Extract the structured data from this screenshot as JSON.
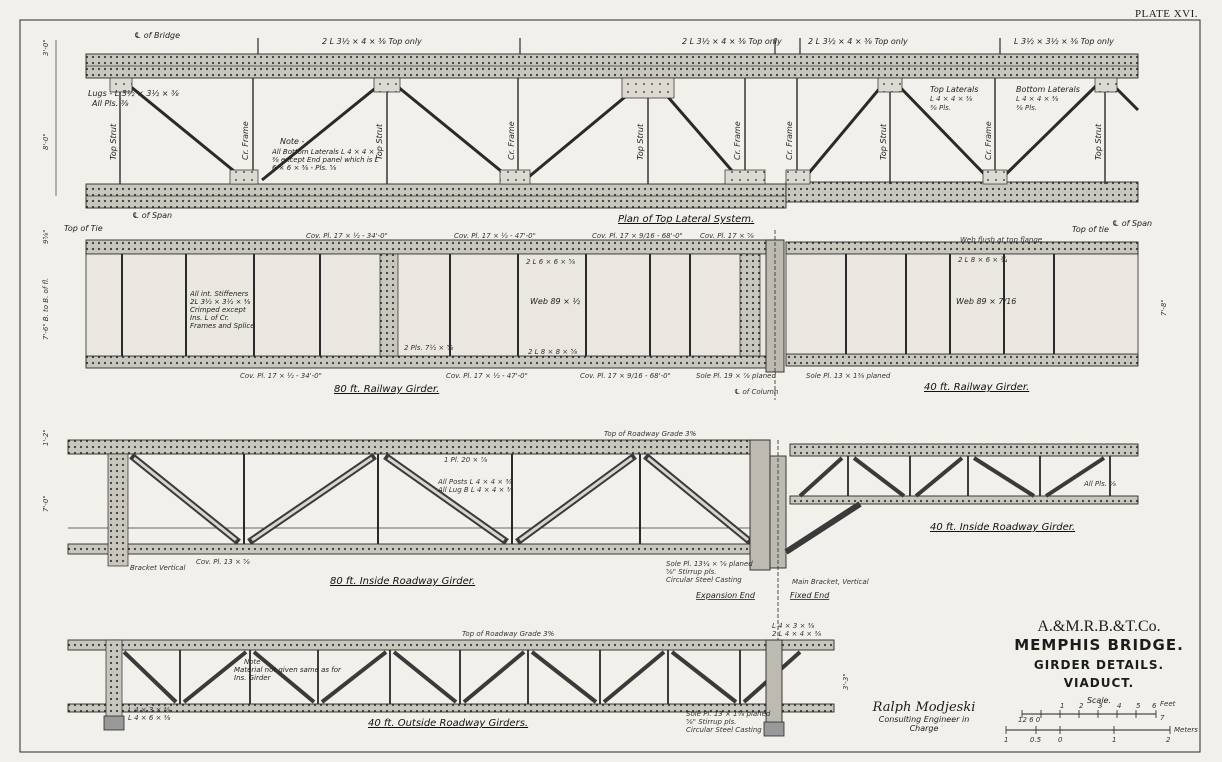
{
  "plate": "PLATE XVI.",
  "title_block": {
    "company": "A.&M.R.B.&T.Co.",
    "bridge": "MEMPHIS BRIDGE.",
    "subtitle1": "GIRDER DETAILS.",
    "subtitle2": "VIADUCT.",
    "scale_label": "Scale.",
    "feet_label": "Feet",
    "meters_label": "Meters",
    "feet_ticks": [
      "12 6 0",
      "1",
      "2",
      "3",
      "4",
      "5",
      "6",
      "7"
    ],
    "meter_ticks": [
      "1",
      "0.5",
      "0",
      "1",
      "2"
    ]
  },
  "signature": {
    "name": "Ralph Modjeski",
    "title": "Consulting Engineer in Charge"
  },
  "plan_top_lateral": {
    "caption": "Plan of Top Lateral System.",
    "labels": {
      "cl_bridge": "℄ of Bridge",
      "top_only_1": "2 L 3½ × 4 × ⅜ Top only",
      "top_only_2": "2 L 3½ × 4 × ⅜ Top only",
      "top_only_3": "2 L 3½ × 4 × ⅜ Top only",
      "top_only_4": "L 3½ × 3½ × ⅜ Top only",
      "top_strut": "Top Strut",
      "cr_frame": "Cr. Frame",
      "lugs": "Lugs - L 3½ × 3½ × ⅜",
      "all_pls": "All Pls. ⅜",
      "note_title": "Note -",
      "note_body": "All Bottom Laterals L 4 × 4 × ⅜ except End panel which is L 6 × 6 × ⅜ - Pls. ⅝",
      "top_laterals": "Top Laterals",
      "top_laterals_size": "L 4 × 4 × ⅜",
      "bottom_laterals": "Bottom Laterals",
      "bottom_laterals_size": "L 4 × 4 × ⅜",
      "pls": "⅜ Pls.",
      "dim_3": "3'-0\"",
      "dim_8": "8'-0\""
    }
  },
  "railway_girders": {
    "caption_80": "80 ft. Railway Girder.",
    "caption_40": "40 ft. Railway Girder.",
    "labels": {
      "top_of_tie": "Top of Tie",
      "cl_span": "℄ of Span",
      "cl_span_right": "℄ of Span",
      "top_of_tie_right": "Top of tie",
      "cov_1": "Cov. Pl. 17 × ½ - 34'-0\"",
      "cov_2": "Cov. Pl. 17 × ½ - 47'-0\"",
      "cov_3": "Cov. Pl. 17 × 9/16 - 68'-0\"",
      "cov_4": "Cov. Pl. 17 × ⅝",
      "cov_b1": "Cov. Pl. 17 × ½ - 34'-0\"",
      "cov_b2": "Cov. Pl. 17 × ½ - 47'-0\"",
      "cov_b3": "Cov. Pl. 17 × 9/16 - 68'-0\"",
      "stiffeners": "All int. Stiffeners 2L 3½ × 3½ × ⅜ Crimped except Ins. L of Cr. Frames and Splice",
      "web_80": "Web 89 × ½",
      "web_40": "Web 89 × 7/16",
      "flange_1": "2 L 6 × 6 × ⅝",
      "flange_2": "2 L 8 × 8 × ⅝",
      "flange_3": "2 L 8 × 6 × ¾",
      "pl_fill": "2 Pls. 7½ × ⅝",
      "sole_pl": "Sole Pl. 19 × ⅞ planed",
      "sole_pl_2": "Sole Pl. 13 × 1⅜ planed",
      "cl_column": "℄ of Column",
      "web_flush": "Web flush at top flange",
      "cr_frames": "All Int. Stiffeners 2L 3½ × 3½ × ⅜ Crimped except Ins. L of Cr. Frames and Splice",
      "dim_depth": "7'-6\" B. to B. of fl.",
      "dim_96": "9⅝\"",
      "dim_78": "7'-8\""
    }
  },
  "inside_roadway": {
    "caption_80": "80 ft. Inside Roadway Girder.",
    "caption_40": "40 ft. Inside Roadway Girder.",
    "labels": {
      "top_grade": "Top of Roadway Grade 3%",
      "all_posts": "All Posts L 4 × 4 × ⅜",
      "all_lug": "All Lug B L 4 × 4 × ⅜",
      "pl_20": "1 Pl. 20 × ⅞",
      "bracket": "Bracket Vertical",
      "cov": "Cov. Pl. 13 × ⅝",
      "sole": "Sole Pl. 13¼ × ⅝ planed",
      "stirrup": "⅝\" Stirrup pls.",
      "circular": "Circular Steel Casting",
      "main_bracket": "Main Bracket, Vertical",
      "expansion": "Expansion End",
      "fixed": "Fixed End",
      "all_pls": "All Pls. ⅝",
      "dim_7": "7'-0\"",
      "dim_12": "1'-2\""
    }
  },
  "outside_roadway": {
    "caption": "40 ft. Outside Roadway Girders.",
    "labels": {
      "top_grade": "Top of Roadway Grade 3%",
      "note_title": "Note -",
      "note_body": "Material not given same as for Ins. Girder",
      "sole": "Sole Pl. 13 × 1⅜ planed",
      "stirrup": "⅝\" Stirrup pls.",
      "circular": "Circular Steel Casting",
      "left_1": "L 4 × 3 × ⅜",
      "left_2": "L 4 × 6 × ⅜",
      "right_1": "L 4 × 3 × ⅜",
      "right_2": "2 L 4 × 4 × ⅜",
      "dim_3": "3'-3\""
    }
  }
}
